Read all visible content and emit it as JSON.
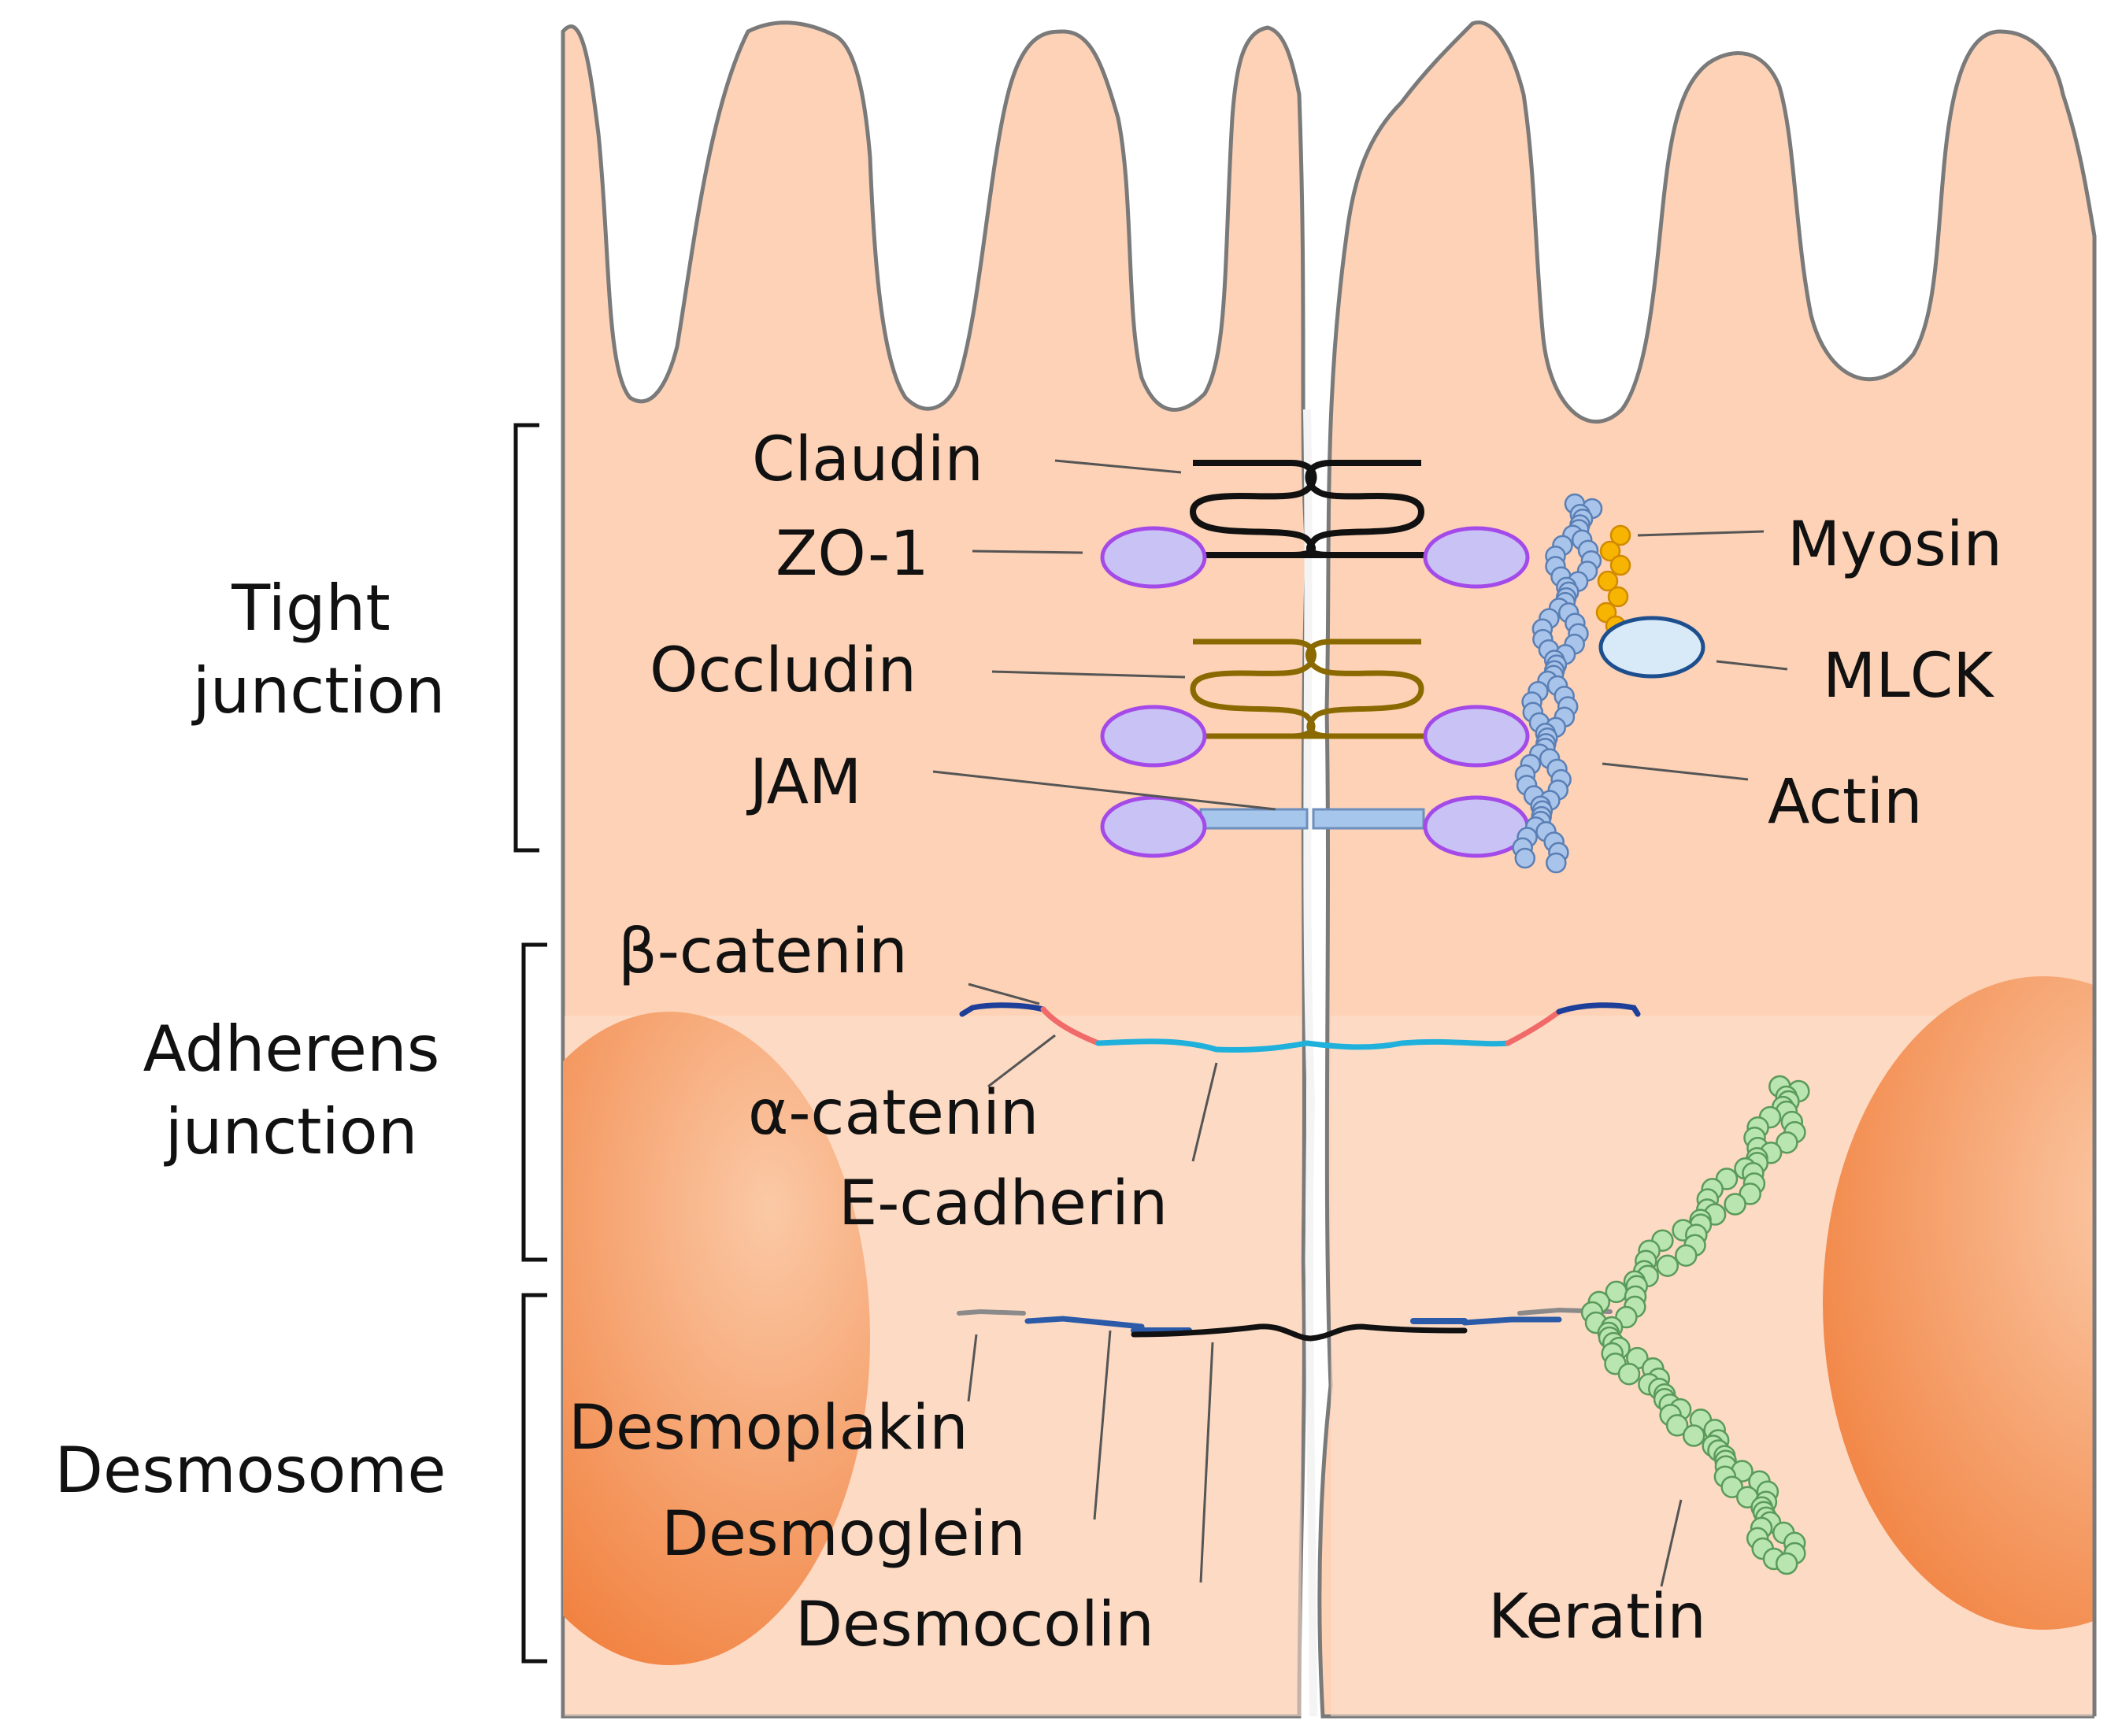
{
  "sections": {
    "tight_line1": "Tight",
    "tight_line2": "junction",
    "adherens_line1": "Adherens",
    "adherens_line2": "junction",
    "desmosome": "Desmosome"
  },
  "labels": {
    "claudin": "Claudin",
    "zo1": "ZO-1",
    "occludin": "Occludin",
    "jam": "JAM",
    "myosin": "Myosin",
    "mlck": "MLCK",
    "actin": "Actin",
    "beta_catenin": "β-catenin",
    "alpha_catenin": "α-catenin",
    "e_cadherin": "E-cadherin",
    "desmoplakin": "Desmoplakin",
    "desmoglein": "Desmoglein",
    "desmocolin": "Desmocolin",
    "keratin": "Keratin"
  },
  "colors": {
    "cell_fill": "#fdd2b6",
    "cell_outline": "#7a7a7a",
    "nucleus": "#f28a4a",
    "zo1_fill": "#c9c2f5",
    "zo1_stroke": "#a44ae8",
    "claudin": "#111111",
    "occludin": "#8a6a00",
    "jam": "#a7c6ec",
    "actin": "#a9c4ea",
    "myosin": "#f7b400",
    "mlck": "#d8eaf8",
    "beta_catenin": "#1d3f9a",
    "alpha_catenin": "#f06a6a",
    "e_cadherin": "#1fb1dc",
    "keratin": "#b9e6b0",
    "desmoplakin": "#8a8a8a",
    "desmoglein": "#2a5aa8",
    "desmocolin": "#111111"
  }
}
